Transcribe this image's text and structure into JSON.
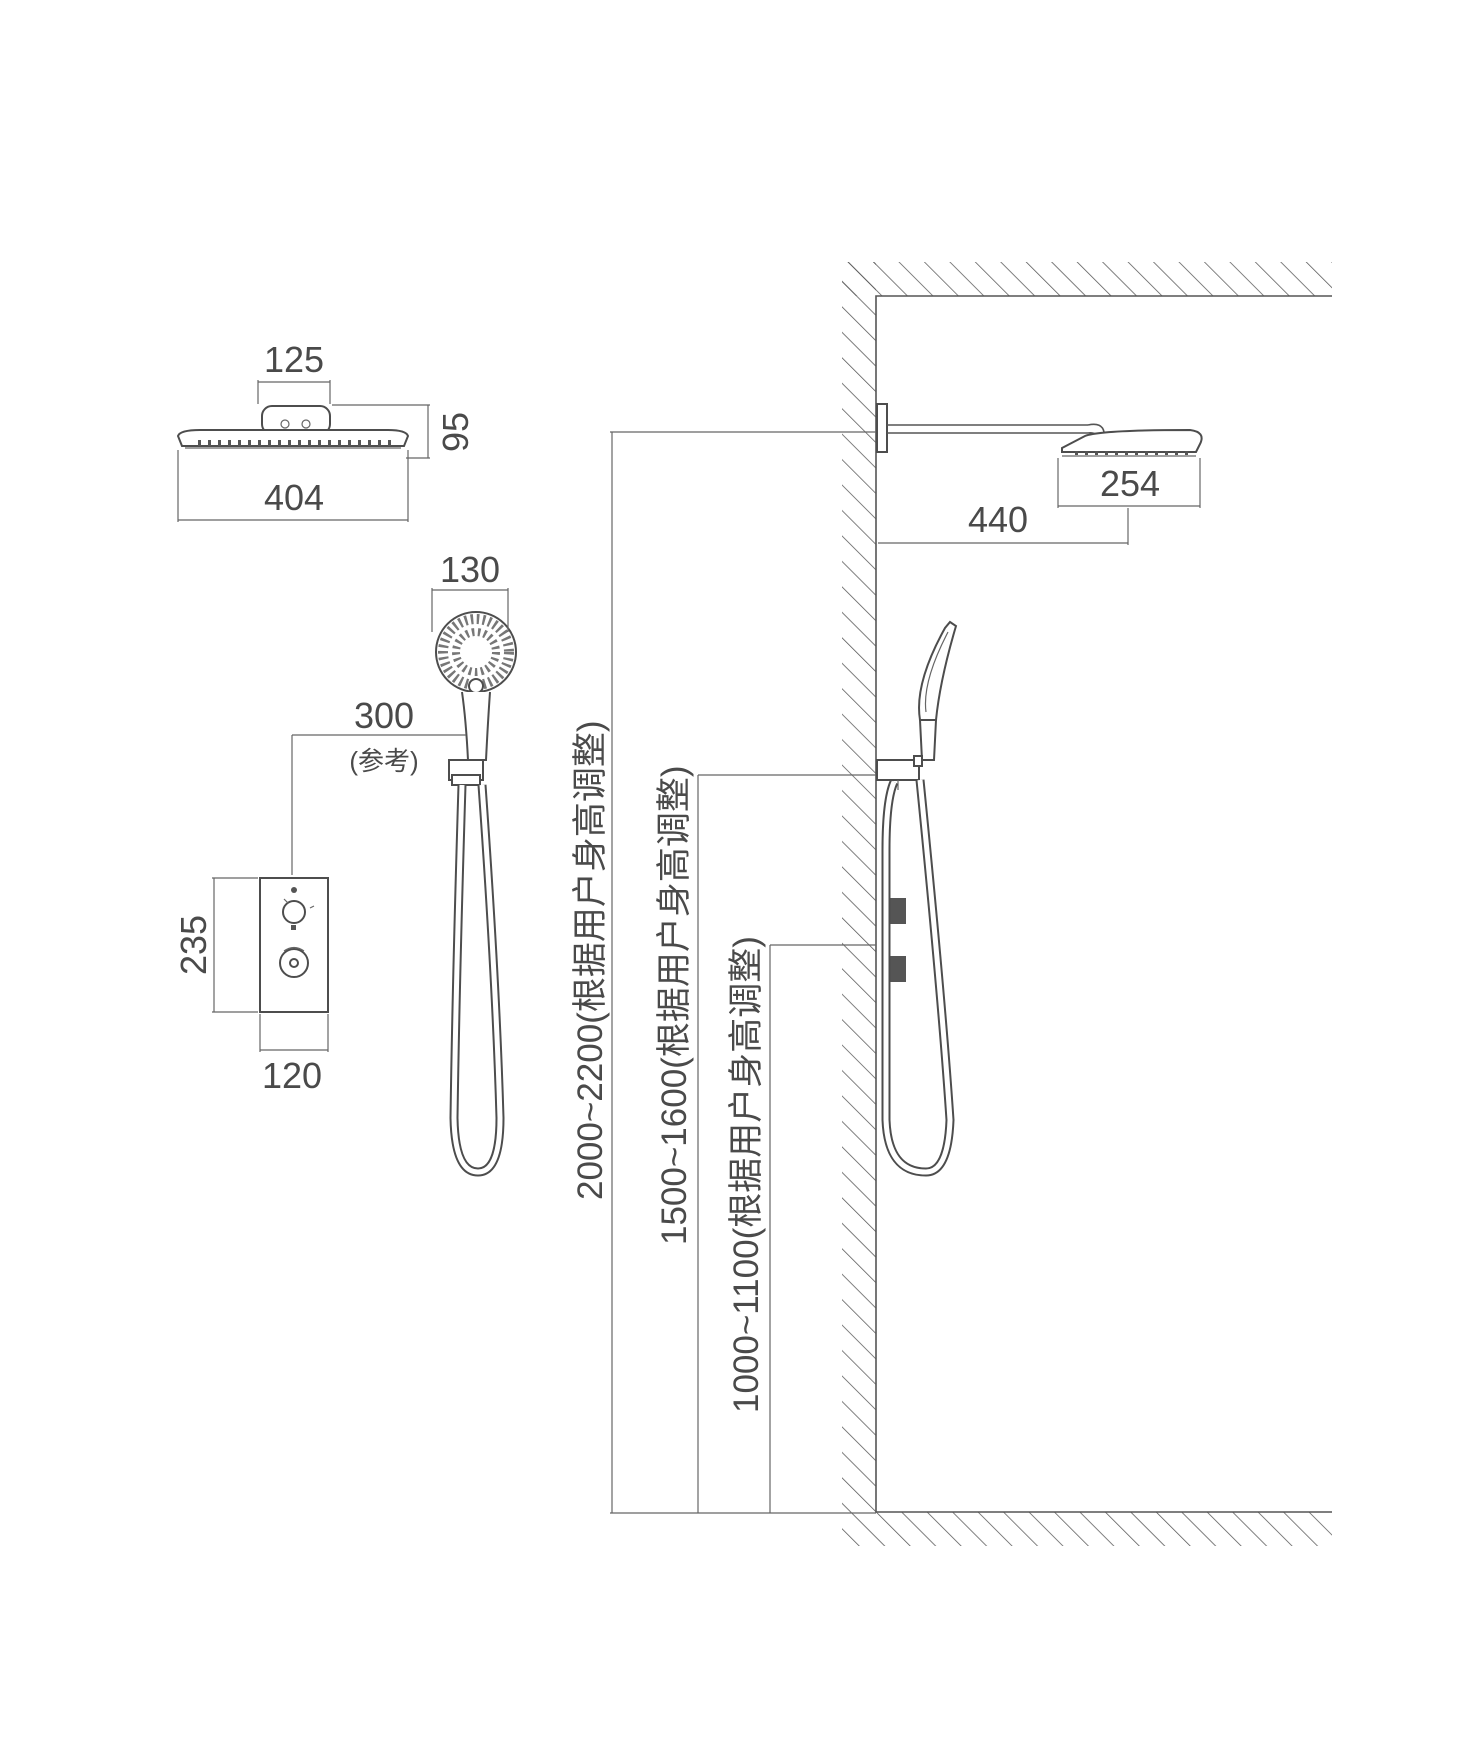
{
  "dimensions": {
    "rain_head_bracket_width": "125",
    "rain_head_height": "95",
    "rain_head_width": "404",
    "hand_shower_diameter": "130",
    "hand_shower_offset": "300",
    "hand_shower_offset_note": "(参考)",
    "control_panel_height": "235",
    "control_panel_width": "120",
    "side_head_width": "254",
    "arm_length": "440"
  },
  "height_ranges": [
    {
      "range": "2000~2200",
      "note": "(根据用户身高调整)"
    },
    {
      "range": "1500~1600",
      "note": "(根据用户身高调整)"
    },
    {
      "range": "1000~1100",
      "note": "(根据用户身高调整)"
    }
  ],
  "colors": {
    "line": "#555555",
    "text": "#4a4a4a",
    "background": "#ffffff"
  }
}
